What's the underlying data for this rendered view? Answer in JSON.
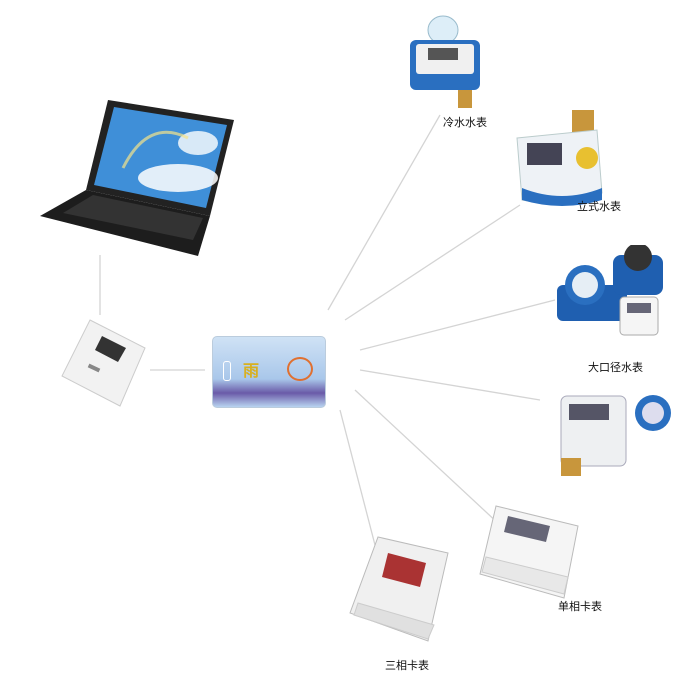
{
  "labels": {
    "cold_water_meter": "冷水水表",
    "vertical_water_meter": "立式水表",
    "large_bore_water_meter": "大口径水表",
    "single_phase_card_meter": "单相卡表",
    "three_phase_card_meter": "三相卡表"
  },
  "card_logo_text": "雨",
  "colors": {
    "line": "#d8d8d8",
    "meter_blue": "#2a6fc0",
    "brass": "#c8963c"
  }
}
